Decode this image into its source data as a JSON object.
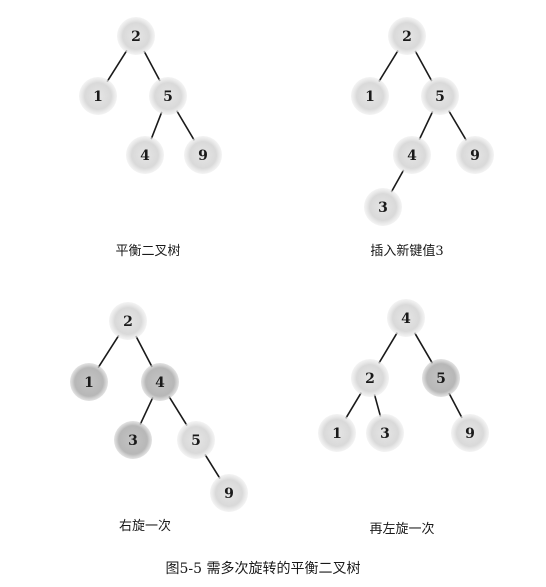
{
  "trees": [
    {
      "caption": "平衡二叉树",
      "nodes": [
        {
          "id": "n2",
          "label": "2",
          "shade": "light"
        },
        {
          "id": "n1",
          "label": "1",
          "shade": "light"
        },
        {
          "id": "n5",
          "label": "5",
          "shade": "light"
        },
        {
          "id": "n4",
          "label": "4",
          "shade": "light"
        },
        {
          "id": "n9",
          "label": "9",
          "shade": "light"
        }
      ],
      "edges": [
        [
          "n2",
          "n1"
        ],
        [
          "n2",
          "n5"
        ],
        [
          "n5",
          "n4"
        ],
        [
          "n5",
          "n9"
        ]
      ]
    },
    {
      "caption": "插入新键值3",
      "nodes": [
        {
          "id": "n2",
          "label": "2",
          "shade": "light"
        },
        {
          "id": "n1",
          "label": "1",
          "shade": "light"
        },
        {
          "id": "n5",
          "label": "5",
          "shade": "light"
        },
        {
          "id": "n4",
          "label": "4",
          "shade": "light"
        },
        {
          "id": "n9",
          "label": "9",
          "shade": "light"
        },
        {
          "id": "n3",
          "label": "3",
          "shade": "light"
        }
      ],
      "edges": [
        [
          "n2",
          "n1"
        ],
        [
          "n2",
          "n5"
        ],
        [
          "n5",
          "n4"
        ],
        [
          "n5",
          "n9"
        ],
        [
          "n4",
          "n3"
        ]
      ]
    },
    {
      "caption": "右旋一次",
      "nodes": [
        {
          "id": "n2",
          "label": "2",
          "shade": "light"
        },
        {
          "id": "n1",
          "label": "1",
          "shade": "dark"
        },
        {
          "id": "n4",
          "label": "4",
          "shade": "dark"
        },
        {
          "id": "n3",
          "label": "3",
          "shade": "dark"
        },
        {
          "id": "n5",
          "label": "5",
          "shade": "light"
        },
        {
          "id": "n9",
          "label": "9",
          "shade": "light"
        }
      ],
      "edges": [
        [
          "n2",
          "n1"
        ],
        [
          "n2",
          "n4"
        ],
        [
          "n4",
          "n3"
        ],
        [
          "n4",
          "n5"
        ],
        [
          "n5",
          "n9"
        ]
      ]
    },
    {
      "caption": "再左旋一次",
      "nodes": [
        {
          "id": "n4",
          "label": "4",
          "shade": "light"
        },
        {
          "id": "n2",
          "label": "2",
          "shade": "light"
        },
        {
          "id": "n5",
          "label": "5",
          "shade": "dark"
        },
        {
          "id": "n1",
          "label": "1",
          "shade": "light"
        },
        {
          "id": "n3",
          "label": "3",
          "shade": "light"
        },
        {
          "id": "n9",
          "label": "9",
          "shade": "light"
        }
      ],
      "edges": [
        [
          "n4",
          "n2"
        ],
        [
          "n4",
          "n5"
        ],
        [
          "n2",
          "n1"
        ],
        [
          "n2",
          "n3"
        ],
        [
          "n5",
          "n9"
        ]
      ]
    }
  ],
  "figure_caption": "图5-5 需多次旋转的平衡二叉树",
  "colors": {
    "node_light": "#dcdcdc",
    "node_dark": "#bdbdbd",
    "edge": "#1a1a1a",
    "text": "#1a1a1a"
  }
}
